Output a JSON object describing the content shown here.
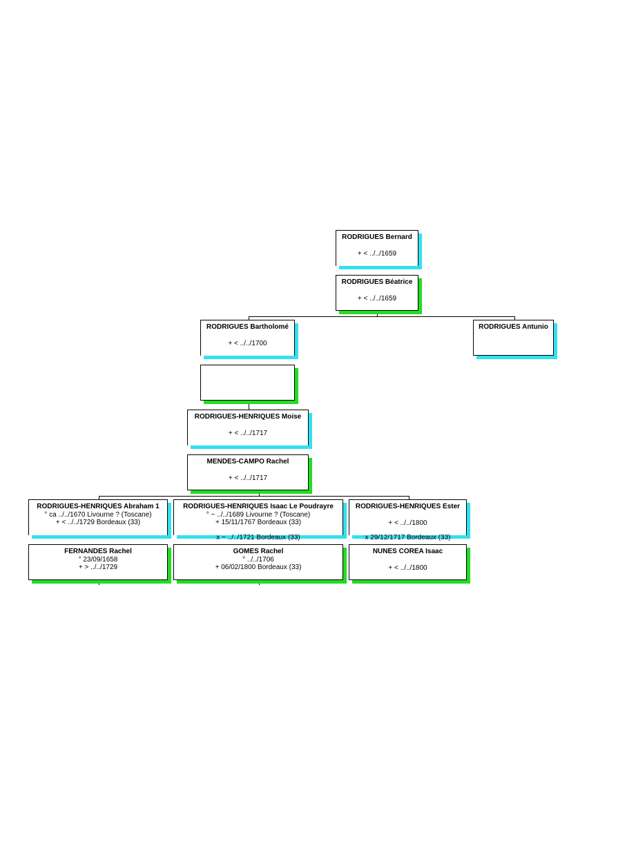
{
  "persons": {
    "bernard": {
      "name": "RODRIGUES Bernard",
      "l1": "",
      "l2": "+ < ../../1659"
    },
    "beatrice": {
      "name": "RODRIGUES Béatrice",
      "l1": "",
      "l2": "+ < ../../1659"
    },
    "bartholome": {
      "name": "RODRIGUES Bartholomé",
      "l1": "",
      "l2": "+ < ../../1700"
    },
    "antunio": {
      "name": "RODRIGUES Antunio",
      "l1": "",
      "l2": ""
    },
    "unknown": {
      "name": "",
      "l1": "",
      "l2": ""
    },
    "moise": {
      "name": "RODRIGUES-HENRIQUES Moise",
      "l1": "",
      "l2": "+ < ../../1717"
    },
    "rachel_mc": {
      "name": "MENDES-CAMPO Rachel",
      "l1": "",
      "l2": "+ < ../../1717"
    },
    "abraham": {
      "name": "RODRIGUES-HENRIQUES Abraham 1",
      "l1": "° ca ../../1670 Livourne ? (Toscane)",
      "l2": "+ < ../../1729 Bordeaux (33)"
    },
    "isaac_lp": {
      "name": "RODRIGUES-HENRIQUES Isaac Le Poudrayre",
      "l1": "° ~ ../../1689 Livourne ? (Toscane)",
      "l2": "+ 15/11/1767 Bordeaux (33)"
    },
    "ester": {
      "name": "RODRIGUES-HENRIQUES Ester",
      "l1": "",
      "l2": "+ < ../../1800"
    },
    "fernandes": {
      "name": "FERNANDES Rachel",
      "l1": "° 23/09/1658",
      "l2": "+ > ../../1729"
    },
    "gomes": {
      "name": "GOMES Rachel",
      "l1": "° ../../1706",
      "l2": "+ 06/02/1800 Bordeaux (33)"
    },
    "nunes": {
      "name": "NUNES COREA Isaac",
      "l1": "",
      "l2": "+ < ../../1800"
    }
  },
  "marriages": {
    "isaac_gomes": "x ~ ../../1721 Bordeaux (33)",
    "ester_nunes": "x 29/12/1717 Bordeaux (33)"
  }
}
